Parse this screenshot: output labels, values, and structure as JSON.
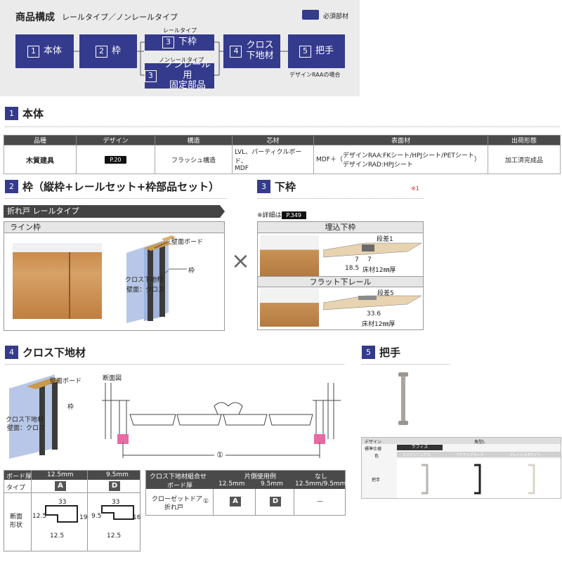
{
  "composition": {
    "title": "商品構成",
    "subtitle": "レールタイプ／ノンレールタイプ",
    "legend": "必須部材",
    "boxes": [
      {
        "num": "1",
        "label": "本体"
      },
      {
        "num": "2",
        "label": "枠"
      },
      {
        "num": "3",
        "label": "下枠",
        "caption": "レールタイプ"
      },
      {
        "num": "3",
        "label1": "ノンレール用",
        "label2": "固定部品",
        "caption": "ノンレールタイプ"
      },
      {
        "num": "4",
        "label1": "クロス",
        "label2": "下地材"
      },
      {
        "num": "5",
        "label": "把手",
        "caption": "デザインRAAの場合"
      }
    ]
  },
  "section1": {
    "num": "1",
    "title": "本体",
    "headers": [
      "品種",
      "デザイン",
      "構造",
      "芯材",
      "表面材",
      "出荷形態"
    ],
    "row": {
      "kind": "木質建具",
      "page": "P.20",
      "structure": "フラッシュ構造",
      "core1": "LVL、パーティクルボード、",
      "core2": "MDF",
      "surface_prefix": "MDF＋",
      "surface1": "デザインRAA:FKシート/HPJシート/PETシート",
      "surface2": "デザインRAD:HPJシート",
      "shipping": "加工済完成品"
    }
  },
  "section2": {
    "num": "2",
    "title": "枠（縦枠+レールセット+枠部品セット）",
    "band": "折れ戸 レールタイプ",
    "sub": "ライン枠",
    "labels": {
      "board": "壁面ボード",
      "frame": "枠",
      "cross1": "クロス下地材",
      "cross2": "壁面：クロス"
    }
  },
  "section3": {
    "num": "3",
    "title": "下枠",
    "note": "※1",
    "detail_prefix": "※詳細は",
    "detail_page": "P.349",
    "panel1": {
      "title": "埋込下枠",
      "step": "段差1",
      "d1": "7",
      "d2": "7",
      "d3": "18.5",
      "floor": "床材12㎜厚"
    },
    "panel2": {
      "title": "フラット下レール",
      "step": "段差5",
      "d1": "33.6",
      "floor": "床材12㎜厚"
    }
  },
  "section4": {
    "num": "4",
    "title": "クロス下地材",
    "labels": {
      "board": "壁面ボード",
      "frame": "枠",
      "cross1": "クロス下地材",
      "cross2": "壁面：クロス"
    },
    "section_label": "断面図",
    "circle": "①",
    "table1": {
      "h_board": "ボード厚",
      "h_type": "タイプ",
      "h_shape1": "断面",
      "h_shape2": "形状",
      "c1": "12.5mm",
      "c2": "9.5mm",
      "t1": "A",
      "t2": "D",
      "s1": {
        "w": "33",
        "h": "19",
        "side": "12.5",
        "bottom": "12.5"
      },
      "s2": {
        "w": "33",
        "h": "16",
        "side": "9.5",
        "bottom": "12.5"
      }
    },
    "table2": {
      "h1": "クロス下地材組合せ",
      "h2": "片側使用例",
      "h3": "なし",
      "h_board": "ボード厚",
      "b1": "12.5mm",
      "b2": "9.5mm",
      "b3": "12.5mm/9.5mm",
      "row1": "クローゼットドア",
      "row2": "折れ戸",
      "mark": "①",
      "v1": "A",
      "v2": "D",
      "v3": "—"
    }
  },
  "section5": {
    "num": "5",
    "title": "把手",
    "h_design": "デザイン",
    "design": "角型L",
    "h_std": "標準仕様",
    "std": "ラフィス",
    "h_color": "色",
    "colors": [
      "シャインニッケル",
      "アイアンブラック",
      "プレシャスホワイト"
    ],
    "h_handle": "把手"
  }
}
